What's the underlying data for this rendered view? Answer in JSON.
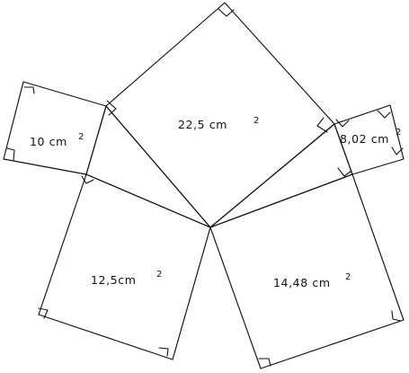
{
  "colors": {
    "ink": "#111111",
    "paper": "#ffffff"
  },
  "squares": [
    {
      "id": "top",
      "area_text": "22,5 cm",
      "exponent": "2"
    },
    {
      "id": "upper-left",
      "area_text": "10 cm",
      "exponent": "2"
    },
    {
      "id": "upper-right",
      "area_text": "8,02 cm",
      "exponent": "2"
    },
    {
      "id": "lower-left",
      "area_text": "12,5cm",
      "exponent": "2"
    },
    {
      "id": "lower-right",
      "area_text": "14,48 cm",
      "exponent": "2"
    }
  ]
}
